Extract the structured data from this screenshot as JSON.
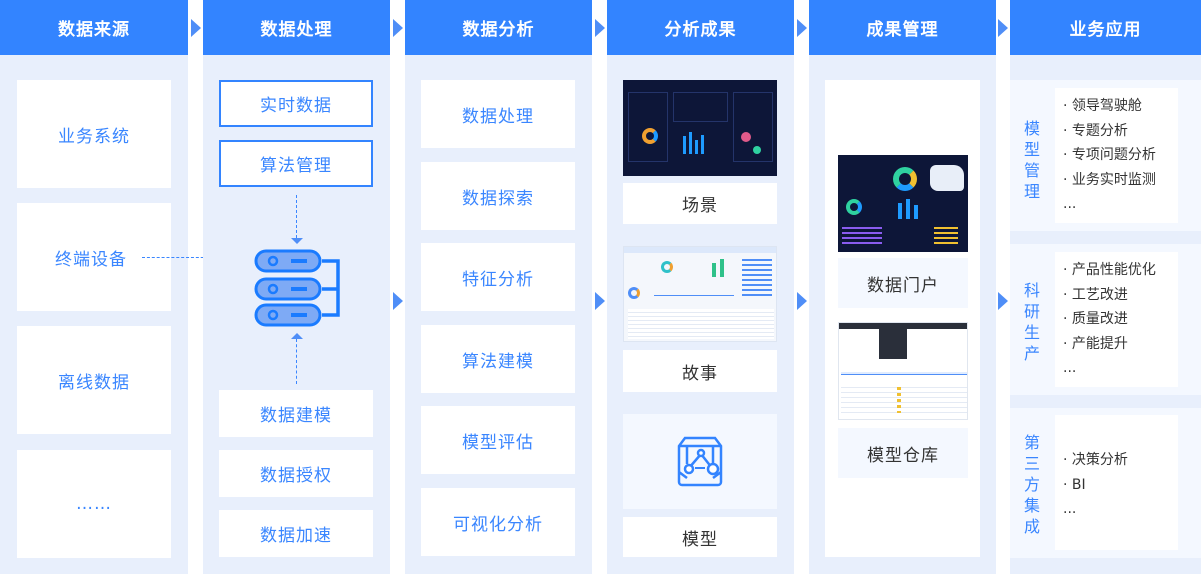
{
  "columns": [
    {
      "title": "数据来源",
      "items": [
        "业务系统",
        "终端设备",
        "离线数据",
        "……"
      ]
    },
    {
      "title": "数据处理",
      "top_items": [
        "实时数据",
        "算法管理"
      ],
      "bottom_items": [
        "数据建模",
        "数据授权",
        "数据加速"
      ]
    },
    {
      "title": "数据分析",
      "items": [
        "数据处理",
        "数据探索",
        "特征分析",
        "算法建模",
        "模型评估",
        "可视化分析"
      ]
    },
    {
      "title": "分析成果",
      "items": [
        "场景",
        "故事",
        "模型"
      ]
    },
    {
      "title": "成果管理",
      "items": [
        "数据门户",
        "模型仓库"
      ]
    },
    {
      "title": "业务应用",
      "groups": [
        {
          "label": "模型管理",
          "items": [
            "· 领导驾驶舱",
            "· 专题分析",
            "· 专项问题分析",
            "· 业务实时监测"
          ],
          "more": "..."
        },
        {
          "label": "科研生产",
          "items": [
            "· 产品性能优化",
            "· 工艺改进",
            "· 质量改进",
            "· 产能提升"
          ],
          "more": "..."
        },
        {
          "label": "第三方集成",
          "items": [
            "· 决策分析",
            "· BI"
          ],
          "more": "..."
        }
      ]
    }
  ],
  "colors": {
    "header": "#3384ff",
    "body": "#e8effc",
    "text_blue": "#3a86ff"
  }
}
